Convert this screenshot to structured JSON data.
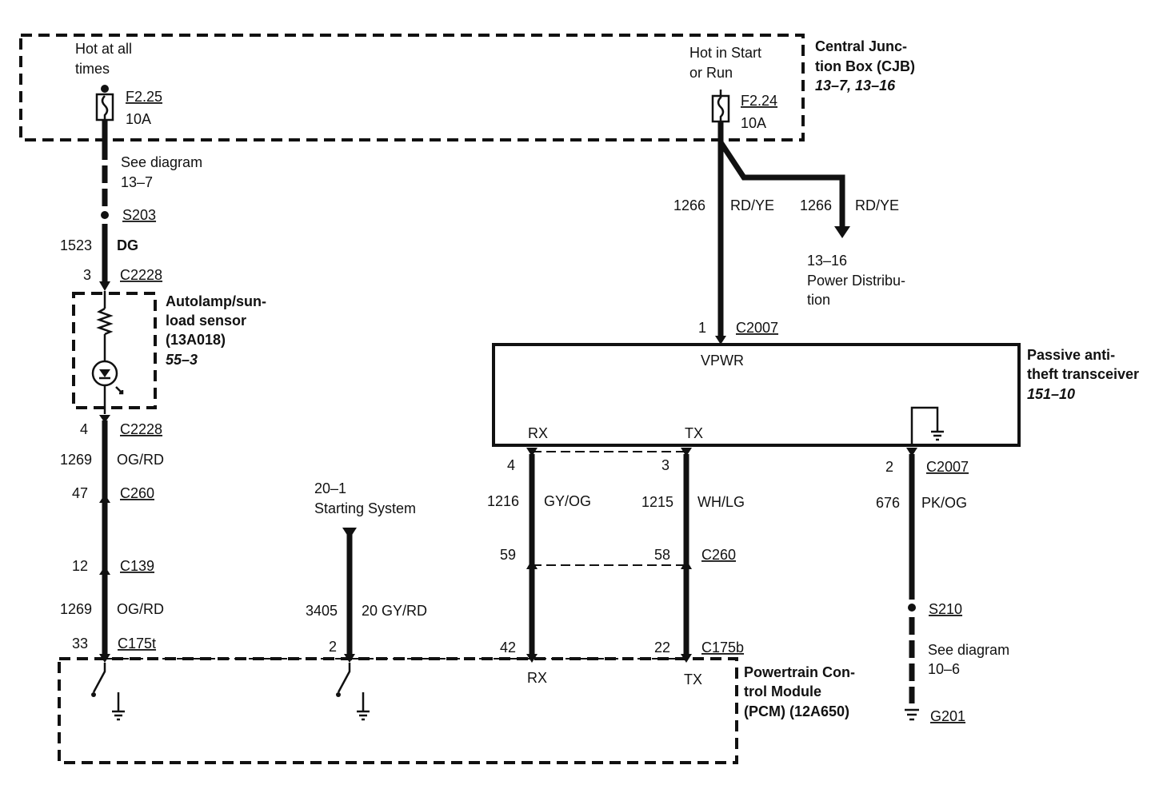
{
  "cjb": {
    "hot_all_1": "Hot at all",
    "hot_all_2": "times",
    "hot_start_1": "Hot in Start",
    "hot_start_2": "or Run",
    "fuse_a_id": "F2.25",
    "fuse_a_rating": "10A",
    "fuse_b_id": "F2.24",
    "fuse_b_rating": "10A",
    "title_1": "Central Junc-",
    "title_2": "tion Box (CJB)",
    "ref": "13–7, 13–16"
  },
  "left_branch": {
    "see_1": "See diagram",
    "see_2": "13–7",
    "splice": "S203",
    "circuit_a": "1523",
    "color_a": "DG",
    "pin_3": "3",
    "conn_c2228_a": "C2228",
    "sensor_1": "Autolamp/sun-",
    "sensor_2": "load sensor",
    "sensor_3": "(13A018)",
    "sensor_ref": "55–3",
    "pin_4": "4",
    "conn_c2228_b": "C2228",
    "circuit_b": "1269",
    "color_b": "OG/RD",
    "pin_47": "47",
    "conn_c260": "C260",
    "pin_12": "12",
    "conn_c139": "C139",
    "circuit_c": "1269",
    "color_c": "OG/RD",
    "pin_33": "33",
    "conn_c175t": "C175t"
  },
  "starting": {
    "ref": "20–1",
    "label": "Starting System",
    "circuit": "3405",
    "color": "20 GY/RD",
    "pin": "2"
  },
  "right_branch": {
    "circuit_1": "1266",
    "color_1": "RD/YE",
    "circuit_2": "1266",
    "color_2": "RD/YE",
    "pd_ref": "13–16",
    "pd_1": "Power Distribu-",
    "pd_2": "tion",
    "pin_1": "1",
    "conn_c2007_a": "C2007"
  },
  "pats": {
    "vpwr": "VPWR",
    "rx": "RX",
    "tx": "TX",
    "title_1": "Passive anti-",
    "title_2": "theft transceiver",
    "ref": "151–10"
  },
  "data_lines": {
    "pin_4": "4",
    "pin_3": "3",
    "pin_2": "2",
    "conn_c2007_b": "C2007",
    "circuit_rx": "1216",
    "color_rx": "GY/OG",
    "circuit_tx": "1215",
    "color_tx": "WH/LG",
    "circuit_gnd": "676",
    "color_gnd": "PK/OG",
    "pin_59": "59",
    "pin_58": "58",
    "conn_c260": "C260",
    "pin_42": "42",
    "pin_22": "22",
    "conn_c175b": "C175b",
    "splice_s210": "S210",
    "see_1": "See diagram",
    "see_2": "10–6",
    "ground": "G201"
  },
  "pcm": {
    "rx": "RX",
    "tx": "TX",
    "title_1": "Powertrain Con-",
    "title_2": "trol Module",
    "title_3": "(PCM) (12A650)"
  }
}
